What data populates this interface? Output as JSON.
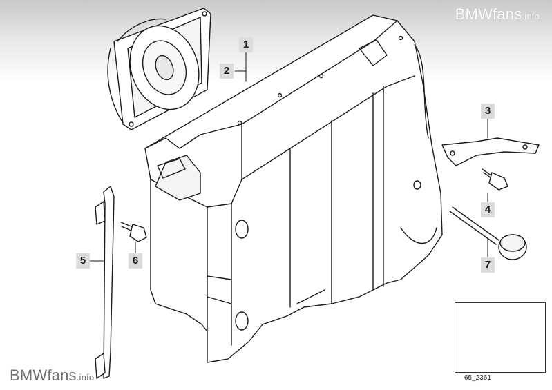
{
  "watermark": {
    "brand_main": "BMWfans",
    "brand_suffix": ".info"
  },
  "callouts": [
    {
      "id": "1",
      "label": "1"
    },
    {
      "id": "2",
      "label": "2"
    },
    {
      "id": "3",
      "label": "3"
    },
    {
      "id": "4",
      "label": "4"
    },
    {
      "id": "5",
      "label": "5"
    },
    {
      "id": "6",
      "label": "6"
    },
    {
      "id": "7",
      "label": "7"
    }
  ],
  "diagram_id": "65_2361",
  "colors": {
    "line": "#1a1a1a",
    "callout_bg": "#dcdcdc",
    "header_fade": "#c9c9c9"
  }
}
